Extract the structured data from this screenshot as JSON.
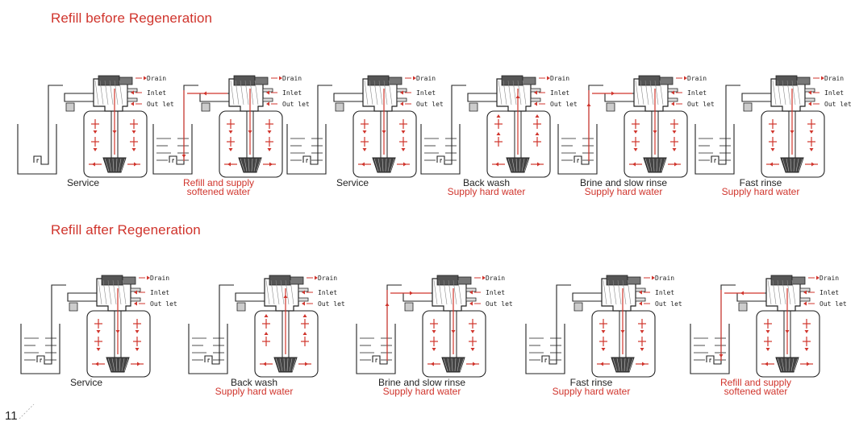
{
  "top": {
    "title": "Refill before Regeneration",
    "labels": [
      "Drain",
      "Inlet",
      "Out let"
    ],
    "stages": [
      {
        "line1": "Service",
        "line2": "",
        "line1_color": "#222222"
      },
      {
        "line1": "Refill and supply",
        "line2": "softened water",
        "line1_color": "#d0342c"
      },
      {
        "line1": "Service",
        "line2": "",
        "line1_color": "#222222"
      },
      {
        "line1": "Back wash",
        "line2": "Supply hard water",
        "line1_color": "#222222"
      },
      {
        "line1": "Brine and slow rinse",
        "line2": "Supply hard water",
        "line1_color": "#222222"
      },
      {
        "line1": "Fast rinse",
        "line2": "Supply hard water",
        "line1_color": "#222222"
      }
    ]
  },
  "bottom": {
    "title": "Refill after Regeneration",
    "stages": [
      {
        "line1": "Service",
        "line2": "",
        "line1_color": "#222222"
      },
      {
        "line1": "Back wash",
        "line2": "Supply hard water",
        "line1_color": "#222222"
      },
      {
        "line1": "Brine and slow rinse",
        "line2": "Supply hard water",
        "line1_color": "#222222"
      },
      {
        "line1": "Fast rinse",
        "line2": "Supply hard water",
        "line1_color": "#222222"
      },
      {
        "line1": "Refill and supply",
        "line2": "softened water",
        "line1_color": "#d0342c"
      }
    ]
  },
  "page_number": "11",
  "colors": {
    "accent": "#d0342c",
    "ink": "#222222"
  }
}
